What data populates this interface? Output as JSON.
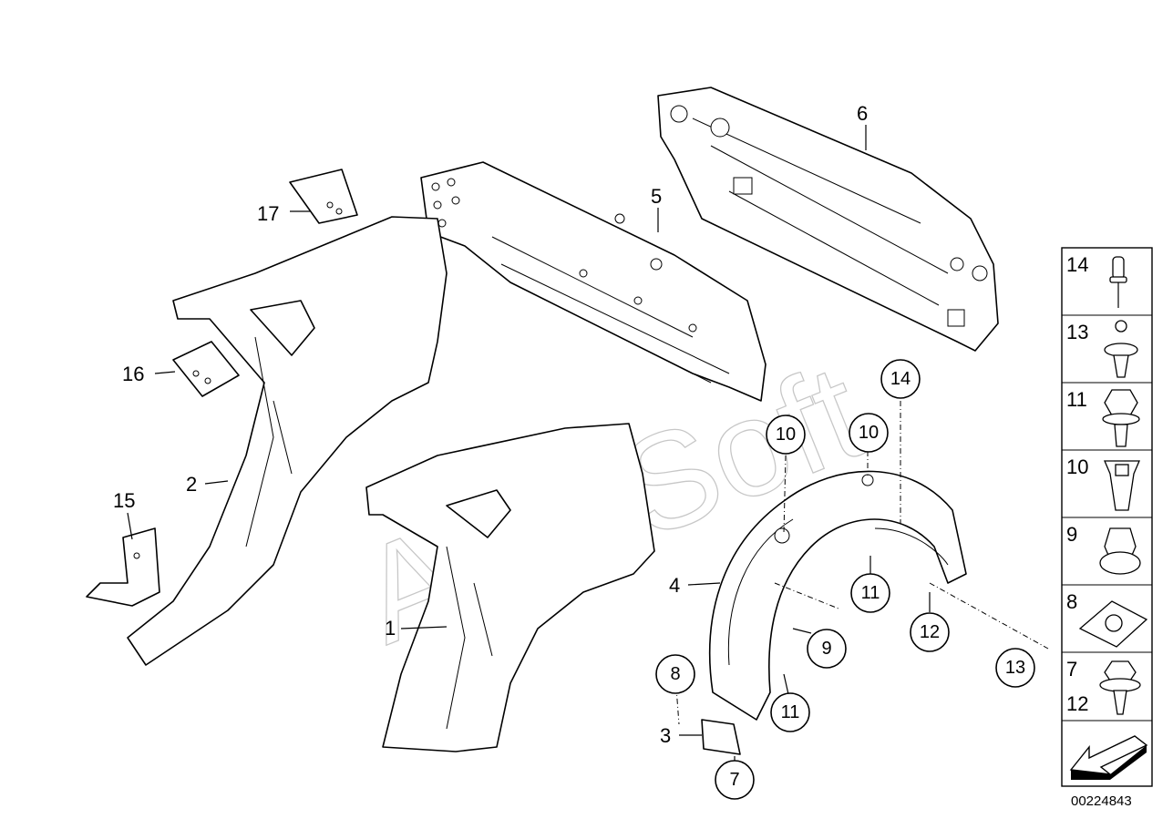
{
  "diagram": {
    "id_label": "00224843",
    "watermark": "AutoSoft",
    "callouts": [
      {
        "label": "1"
      },
      {
        "label": "2"
      },
      {
        "label": "3"
      },
      {
        "label": "4"
      },
      {
        "label": "5"
      },
      {
        "label": "6"
      },
      {
        "label": "15"
      },
      {
        "label": "16"
      },
      {
        "label": "17"
      }
    ],
    "circled": [
      {
        "label": "10"
      },
      {
        "label": "10"
      },
      {
        "label": "14"
      },
      {
        "label": "11"
      },
      {
        "label": "12"
      },
      {
        "label": "9"
      },
      {
        "label": "13"
      },
      {
        "label": "8"
      },
      {
        "label": "7"
      },
      {
        "label": "11"
      }
    ],
    "legend": [
      {
        "label": "14",
        "icon": "rivet-icon"
      },
      {
        "label": "13",
        "icon": "expanding-rivet-icon"
      },
      {
        "label": "11",
        "icon": "hex-bolt-icon"
      },
      {
        "label": "10",
        "icon": "expanding-nut-icon"
      },
      {
        "label": "9",
        "icon": "hex-nut-icon"
      },
      {
        "label": "8",
        "icon": "clip-nut-icon"
      },
      {
        "label": "7",
        "label2": "12",
        "icon": "flange-screw-icon"
      },
      {
        "label": "",
        "icon": "direction-arrow-icon"
      }
    ]
  }
}
